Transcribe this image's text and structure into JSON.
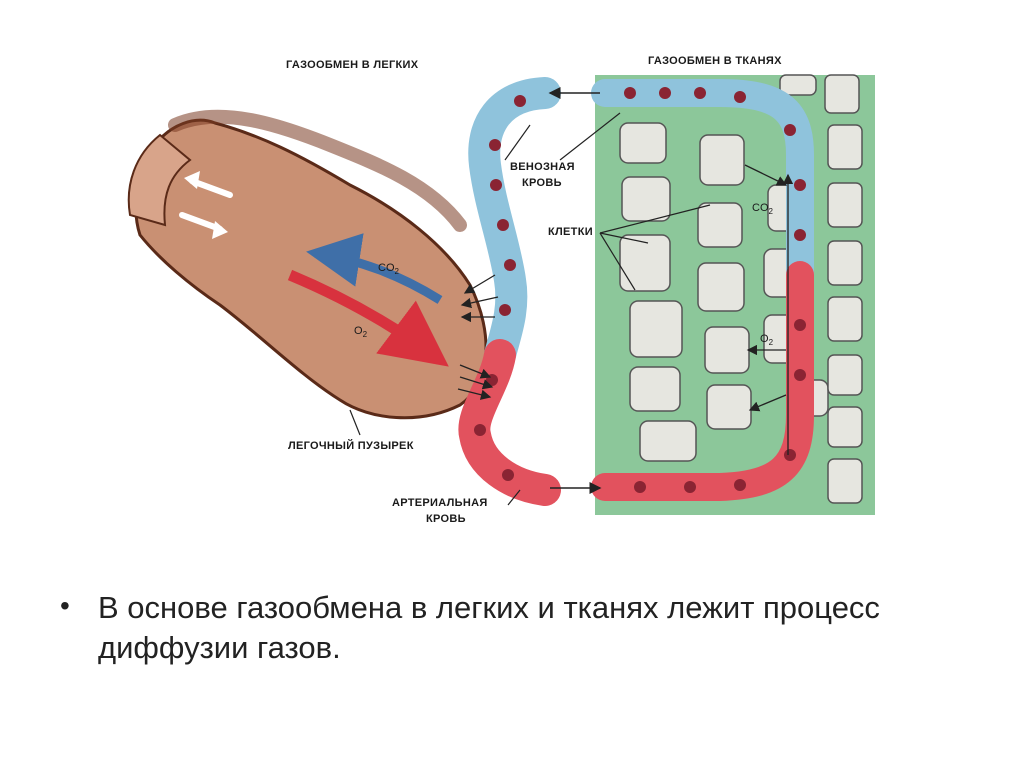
{
  "slide": {
    "bullet_symbol": "•",
    "bullet_text": "В основе газообмена в легких и тканях лежит процесс диффузии газов."
  },
  "diagram": {
    "title_lungs": "ГАЗООБМЕН В ЛЕГКИХ",
    "title_tissues": "ГАЗООБМЕН В ТКАНЯХ",
    "label_venous_line1": "ВЕНОЗНАЯ",
    "label_venous_line2": "КРОВЬ",
    "label_cells": "КЛЕТКИ",
    "label_alveolus": "ЛЕГОЧНЫЙ ПУЗЫРЕК",
    "label_arterial_line1": "АРТЕРИАЛЬНАЯ",
    "label_arterial_line2": "КРОВЬ",
    "gas_co2": "CO",
    "gas_o2": "O",
    "subscript": "2",
    "colors": {
      "venous": "#8fc3dc",
      "arterial": "#e2525e",
      "tissue": "#8cc79a",
      "alveolus": "#c99073",
      "cell": "#e6e6e0"
    }
  }
}
